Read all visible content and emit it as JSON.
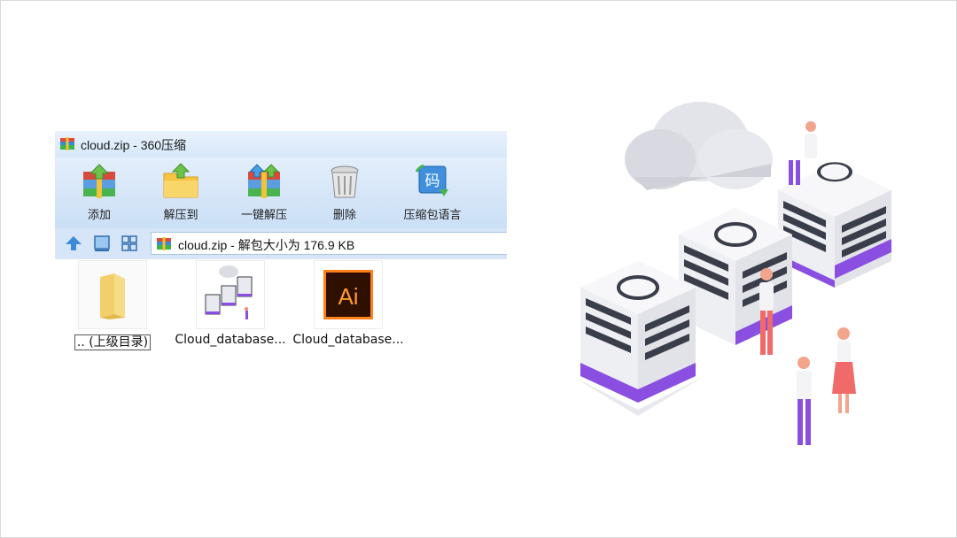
{
  "window": {
    "title": "cloud.zip - 360压缩"
  },
  "toolbar": {
    "items": [
      {
        "label": "添加",
        "icon": "add-archive-icon"
      },
      {
        "label": "解压到",
        "icon": "extract-folder-icon"
      },
      {
        "label": "一键解压",
        "icon": "one-click-extract-icon"
      },
      {
        "label": "删除",
        "icon": "trash-bin-icon"
      },
      {
        "label": "压缩包语言",
        "icon": "archive-language-icon"
      }
    ]
  },
  "navbar": {
    "address": "cloud.zip - 解包大小为 176.9 KB",
    "buttons": [
      "up-arrow-icon",
      "large-icons-view-icon",
      "grid-view-icon"
    ]
  },
  "files": [
    {
      "label": ".. (上级目录)",
      "icon": "folder-icon"
    },
    {
      "label": "Cloud_database...",
      "icon": "image-thumbnail-icon"
    },
    {
      "label": "Cloud_database...",
      "icon": "illustrator-file-icon",
      "badge": "Ai"
    }
  ],
  "colors": {
    "window_bg": "#cfe3f8",
    "accent_purple": "#8a4fe0",
    "server_dark": "#3a3d4a",
    "ai_orange": "#ff7f18",
    "ai_bg": "#2e0f00"
  }
}
